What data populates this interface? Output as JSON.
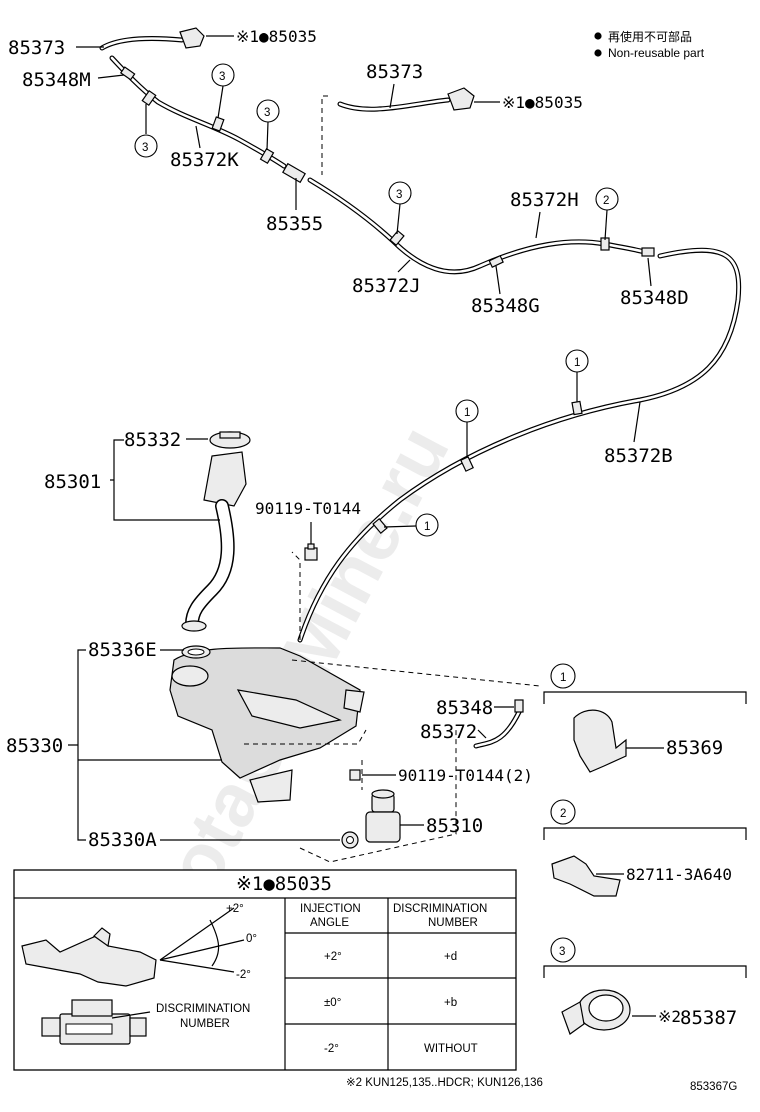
{
  "legend": {
    "non_reusable_jp": "再使用不可部品",
    "non_reusable_en": "Non-reusable part"
  },
  "watermark": "ToyotaCarMine.ru",
  "markers": {
    "m1": "1",
    "m2": "2",
    "m3": "3",
    "note1": "※1",
    "note2": "※2"
  },
  "labels": {
    "p85373_a": "85373",
    "p85035_a": "※1●85035",
    "p85348M": "85348M",
    "p85372K": "85372K",
    "p85355": "85355",
    "p85373_b": "85373",
    "p85035_b": "※1●85035",
    "p85372J": "85372J",
    "p85372H": "85372H",
    "p85348G": "85348G",
    "p85348D": "85348D",
    "p85372B": "85372B",
    "p85332": "85332",
    "p85301": "85301",
    "p90119_a": "90119-T0144",
    "p85336E": "85336E",
    "p85330": "85330",
    "p85348": "85348",
    "p85372": "85372",
    "p90119_b": "90119-T0144(2)",
    "p85310": "85310",
    "p85330A": "85330A",
    "p85369": "85369",
    "p82711": "82711-3A640",
    "p85387": "85387"
  },
  "detail_table": {
    "title": "※1●85035",
    "angle_plus": "+2°",
    "angle_zero": "0°",
    "angle_minus": "-2°",
    "discrimination_label_1": "DISCRIMINATION",
    "discrimination_label_2": "NUMBER",
    "headers": [
      "INJECTION ANGLE",
      "DISCRIMINATION NUMBER"
    ],
    "header_angle_1": "INJECTION",
    "header_angle_2": "ANGLE",
    "header_disc_1": "DISCRIMINATION",
    "header_disc_2": "NUMBER",
    "rows": [
      {
        "angle": "+2°",
        "number": "+d"
      },
      {
        "angle": "±0°",
        "number": "+b"
      },
      {
        "angle": "-2°",
        "number": "WITHOUT"
      }
    ]
  },
  "footnote": "※2 KUN125,135..HDCR; KUN126,136",
  "diagram_id": "853367G"
}
